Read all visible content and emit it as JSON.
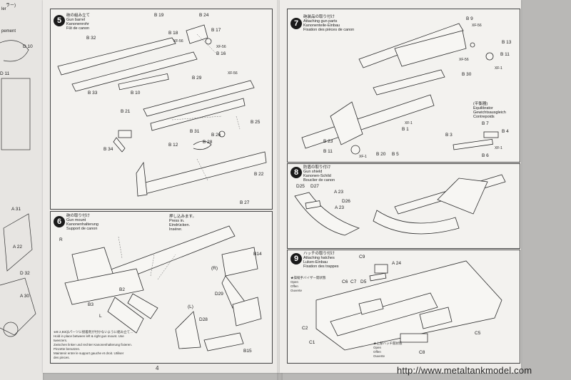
{
  "left_partial": {
    "labels": [
      "D 10",
      "D 11",
      "D 32",
      "A 31",
      "A 22",
      "A 30"
    ],
    "notes": [
      "ラー)",
      "ler",
      "pement"
    ]
  },
  "left_page": {
    "page_number": "4",
    "step5": {
      "number": "5",
      "title_jp": "砲の組み立て",
      "title_en": "Gun barrel",
      "title_de": "Kanonenrohr",
      "title_fr": "Fût de canon",
      "labels": [
        "B 19",
        "B 24",
        "B 18",
        "B 17",
        "B 16",
        "B 32",
        "B 33",
        "B 10",
        "B 29",
        "B 21",
        "B 31",
        "B 26",
        "B 25",
        "B 34",
        "B 12",
        "B 28",
        "B 22",
        "B 27"
      ],
      "tags": [
        "XF-56",
        "XF-56",
        "XF-56"
      ]
    },
    "step6": {
      "number": "6",
      "title_jp": "砲の取り付け",
      "title_en": "Gun mount",
      "title_de": "Kanonenhalterung",
      "title_fr": "Support de canon",
      "press_jp": "押し込みます。",
      "press_en": "Press in.",
      "press_de": "Eindrücken.",
      "press_fr": "Insérer.",
      "labels": [
        "R",
        "B2",
        "B3",
        "L",
        "B14",
        "D29",
        "D28",
        "B15",
        "(R)",
        "(L)"
      ],
      "notes": [
        "※B 2,B3はパーツに接着剤が付かないように組み立て…",
        "Hold in place between left & right gun mount. Use",
        "tweezers.",
        "Zwischen linker und rechter Kanonenhalterung fixieren.",
        "Pinzette benutzen.",
        "Maintenir entre le support gauche et droit. Utiliser",
        "des pinces."
      ]
    }
  },
  "right_page": {
    "step7": {
      "number": "7",
      "title_jp": "砲装品の取り付け",
      "title_en": "Attaching gun parts",
      "title_de": "Kanonenteile-Einbau",
      "title_fr": "Fixation des pièces de canon",
      "labels": [
        "B 9",
        "B 13",
        "B 11",
        "B 30",
        "B 1",
        "B 23",
        "B 11",
        "B 20",
        "B 5",
        "B 3",
        "B 4",
        "B 7",
        "B 6"
      ],
      "tags": [
        "XF-56",
        "XF-56",
        "XF-1",
        "XF-1",
        "XF-1",
        "XF-1"
      ],
      "equilibrator": [
        "(平衡器)",
        "Equilibrator",
        "Gewichtsausgleich",
        "Contrepoids"
      ]
    },
    "step8": {
      "number": "8",
      "title_jp": "防盾の取り付け",
      "title_en": "Gun shield",
      "title_de": "Kanonen-Schild",
      "title_fr": "Bouclier de canon",
      "labels": [
        "D25",
        "D27",
        "A 23",
        "D26",
        "A 23"
      ]
    },
    "step9": {
      "number": "9",
      "title_jp": "ハッチの取り付け",
      "title_en": "Attaching hatches",
      "title_de": "Luken-Einbau",
      "title_fr": "Fixation des trappes",
      "labels": [
        "C9",
        "A 24",
        "C6",
        "C7",
        "D5",
        "C2",
        "C1",
        "C5",
        "C8"
      ],
      "visor_note": [
        "★操縦手バイザー開状態",
        "Open",
        "Offen",
        "Ouverte"
      ],
      "hatch_note": [
        "★上部ハッチ開状態",
        "Open",
        "Offen",
        "Ouverte"
      ]
    }
  },
  "watermark": "http://www.metaltankmodel.com"
}
